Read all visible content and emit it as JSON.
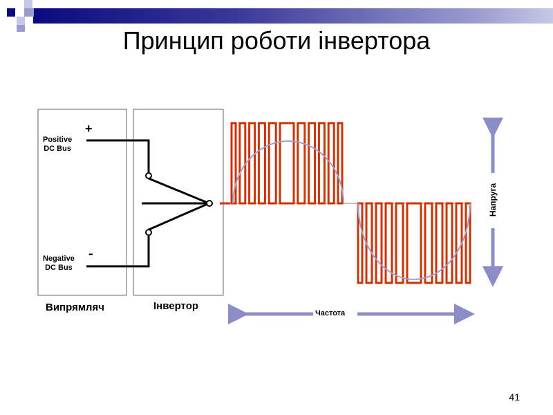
{
  "title": "Принцип роботи інвертора",
  "labels": {
    "positive": "Positive DC Bus",
    "positive_l1": "Positive",
    "positive_l2": "DC Bus",
    "negative_l1": "Negative",
    "negative_l2": "DC Bus",
    "plus": "+",
    "minus": "-",
    "rectifier": "Випрямляч",
    "inverter": "Інвертор",
    "frequency": "Частота",
    "voltage": "Напруга"
  },
  "colors": {
    "pwm": "#cc3300",
    "sine": "#a0a0d0",
    "arrow": "#8c8cc8",
    "banner": "#1a1a8a"
  },
  "page_number": "41"
}
